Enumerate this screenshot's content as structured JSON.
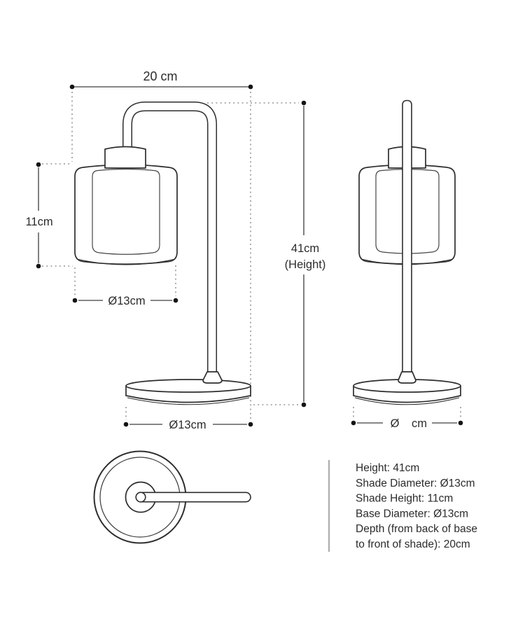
{
  "colors": {
    "background": "#ffffff",
    "drawing_line": "#2e2e2e",
    "dimension_line": "#3d3d3d",
    "dashed_line": "#979797",
    "text": "#2c2c2c",
    "divider": "#a0a0a0"
  },
  "front_view": {
    "depth_label": "20 cm",
    "height_label_line1": "41cm",
    "height_label_line2": "(Height)",
    "shade_height_label": "11cm",
    "shade_diameter_label": "Ø13cm",
    "base_diameter_label": "Ø13cm"
  },
  "side_view": {
    "base_diameter_symbol": "Ø",
    "base_diameter_unit": "cm"
  },
  "specs": {
    "lines": [
      "Height: 41cm",
      "Shade Diameter: Ø13cm",
      "Shade Height: 11cm",
      "Base Diameter: Ø13cm",
      "Depth (from back of base",
      "to front of shade): 20cm"
    ]
  }
}
